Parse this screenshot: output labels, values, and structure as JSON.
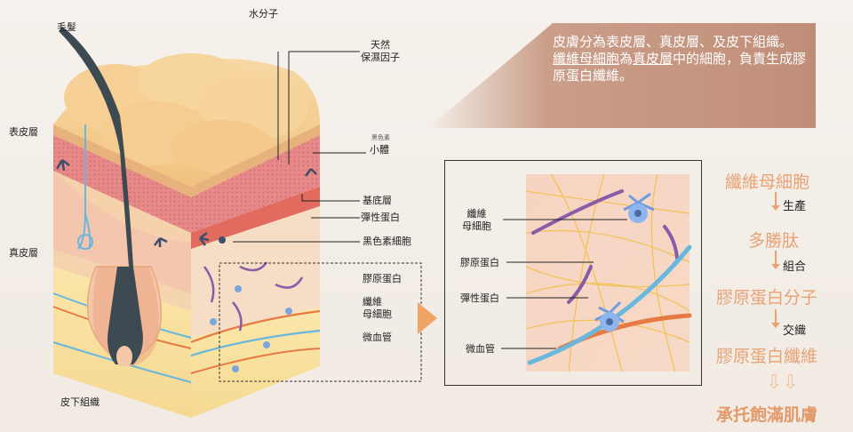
{
  "labels": {
    "hair": "毛髮",
    "water": "水分子",
    "nmf": "天然\n保濕因子",
    "melanin_small": "黑色素",
    "melanin_body": "小體",
    "epidermis": "表皮層",
    "basal": "基底層",
    "elastin": "彈性蛋白",
    "melanocyte": "黑色素細胞",
    "dermis": "真皮層",
    "collagen": "膠原蛋白",
    "fibroblast": "纖維\n母細胞",
    "capillary": "微血管",
    "subcutis": "皮下組織"
  },
  "info": {
    "line1": "皮膚分為表皮層、真皮層、及皮下組織。",
    "fibroblast": "纖維母細胞",
    "wei": "為",
    "dermis": "真皮層",
    "rest": "中的細胞，負責生成膠原蛋白纖維。"
  },
  "zoom": {
    "fibroblast": "纖維\n母細胞",
    "collagen": "膠原蛋白",
    "elastin": "彈性蛋白",
    "capillary": "微血管"
  },
  "flow": {
    "step1": "纖維母細胞",
    "verb1": "生產",
    "step2": "多勝肽",
    "verb2": "組合",
    "step3": "膠原蛋白分子",
    "verb3": "交織",
    "step4": "膠原蛋白纖維",
    "arrow": "⇩⇩",
    "final": "承托飽滿肌膚"
  },
  "colors": {
    "accent": "#e8a274",
    "info_box": "#c89a84",
    "big_arrow": "#f0a566"
  }
}
